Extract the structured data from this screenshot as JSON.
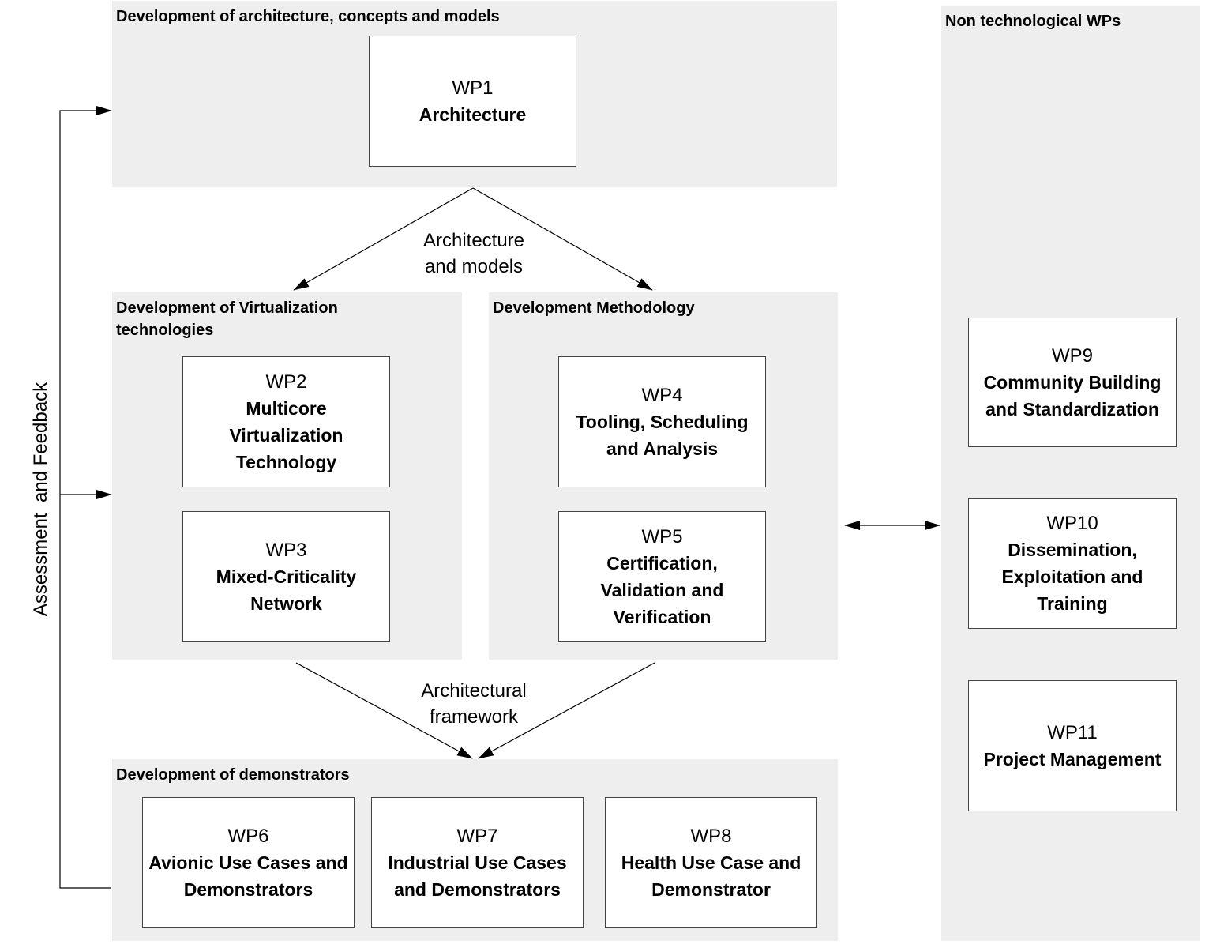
{
  "panels": {
    "architecture": {
      "title": "Development of architecture, concepts and models"
    },
    "virtualization": {
      "title": "Development of Virtualization technologies"
    },
    "methodology": {
      "title": "Development Methodology"
    },
    "demonstrators": {
      "title": "Development of demonstrators"
    },
    "non_tech": {
      "title": "Non technological WPs"
    }
  },
  "work_packages": {
    "wp1": {
      "id": "WP1",
      "name": "Architecture"
    },
    "wp2": {
      "id": "WP2",
      "name": "Multicore Virtualization Technology"
    },
    "wp3": {
      "id": "WP3",
      "name": "Mixed-Criticality Network"
    },
    "wp4": {
      "id": "WP4",
      "name": "Tooling, Scheduling and Analysis"
    },
    "wp5": {
      "id": "WP5",
      "name": "Certification, Validation and Verification"
    },
    "wp6": {
      "id": "WP6",
      "name": "Avionic Use Cases and Demonstrators"
    },
    "wp7": {
      "id": "WP7",
      "name": "Industrial Use Cases and Demonstrators"
    },
    "wp8": {
      "id": "WP8",
      "name": "Health Use Case and Demonstrator"
    },
    "wp9": {
      "id": "WP9",
      "name": "Community Building and Standardization"
    },
    "wp10": {
      "id": "WP10",
      "name": "Dissemination, Exploitation and Training"
    },
    "wp11": {
      "id": "WP11",
      "name": "Project Management"
    }
  },
  "flows": {
    "architecture_models": "Architecture and models",
    "architectural_framework": "Architectural framework",
    "assessment_feedback": "Assessment  and Feedback"
  },
  "colors": {
    "panel": "#eeeeee",
    "line": "#000000",
    "box_border": "#444444"
  }
}
